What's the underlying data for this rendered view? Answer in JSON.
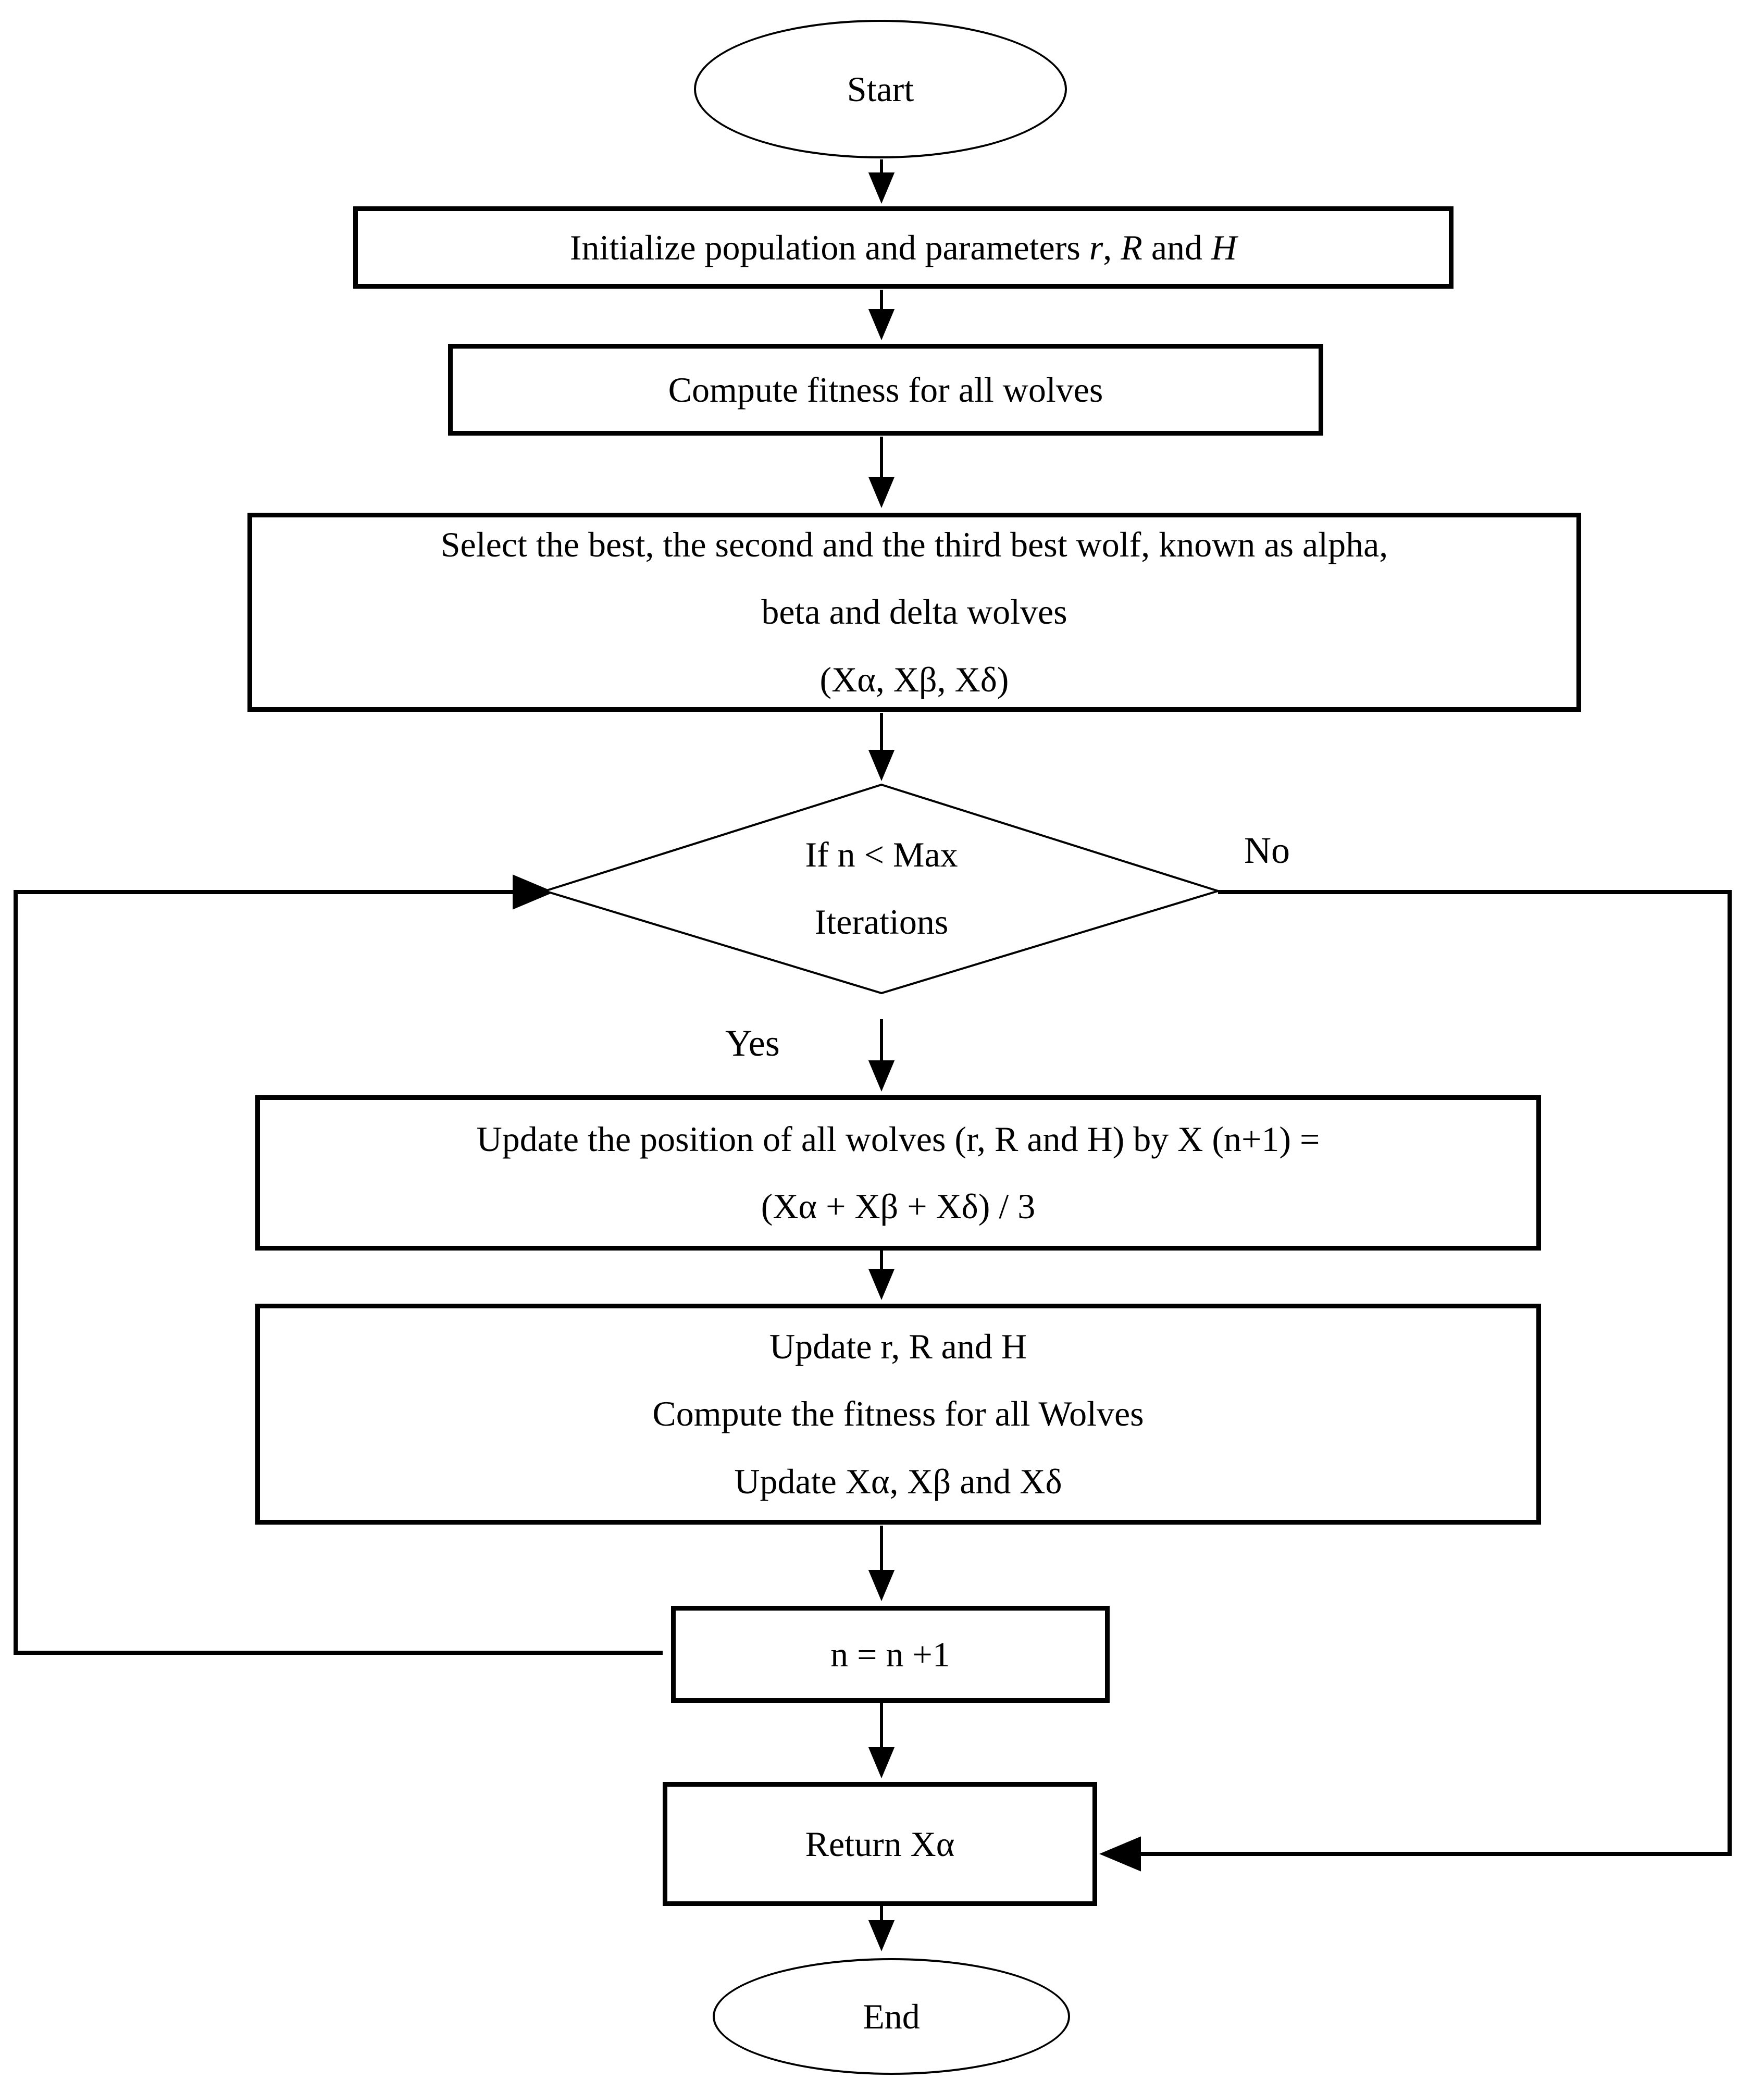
{
  "flowchart": {
    "nodes": {
      "start": {
        "label": "Start"
      },
      "initialize": {
        "text_before": "Initialize population and parameters ",
        "param_r": "r",
        "comma": ", ",
        "param_R": "R",
        "and_word": " and ",
        "param_H": "H"
      },
      "compute_fitness": {
        "label": "Compute fitness for all wolves"
      },
      "select_best": {
        "line1": "Select the best, the second and the third best wolf, known as alpha,",
        "line2": "beta and delta wolves",
        "line3": "(Xα, Xβ, Xδ)"
      },
      "decision": {
        "line1": "If n < Max",
        "line2": "Iterations"
      },
      "update_position": {
        "line1": "Update the position of all wolves (r, R and H) by X (n+1) =",
        "line2": "(Xα + Xβ + Xδ) / 3"
      },
      "update_params": {
        "line1": "Update r, R and H",
        "line2": "Compute the fitness for all Wolves",
        "line3": "Update Xα, Xβ and Xδ"
      },
      "increment": {
        "label": "n = n +1"
      },
      "return_alpha": {
        "label": "Return Xα"
      },
      "end": {
        "label": "End"
      }
    },
    "edge_labels": {
      "yes": "Yes",
      "no": "No"
    },
    "colors": {
      "stroke": "#000000",
      "background": "#ffffff",
      "text": "#000000"
    }
  }
}
